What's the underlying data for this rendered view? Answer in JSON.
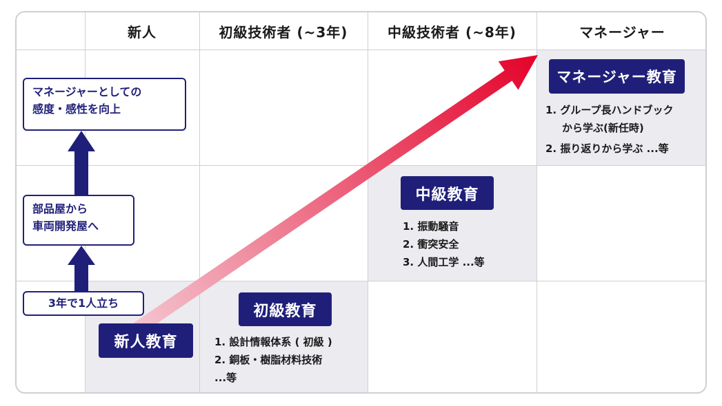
{
  "columns": [
    "新人",
    "初級技術者 (~3年)",
    "中級技術者 (~8年)",
    "マネージャー"
  ],
  "career": [
    {
      "line1": "マネージャーとしての",
      "line2": "感度・感性を向上"
    },
    {
      "line1": "部品屋から",
      "line2": "車両開発屋へ"
    },
    {
      "line1": "3年で1人立ち"
    }
  ],
  "education": {
    "newcomer": {
      "title": "新人教育"
    },
    "beginner": {
      "title": "初級教育",
      "items": [
        "1. 設計情報体系 ( 初級 )",
        "2. 銅板・樹脂材料技術",
        "...等"
      ]
    },
    "intermediate": {
      "title": "中級教育",
      "items": [
        "1. 振動騒音",
        "2. 衝突安全",
        "3. 人間工学 ...等"
      ]
    },
    "manager": {
      "title": "マネージャー教育",
      "items": [
        "1. グループ長ハンドブック",
        "から学ぶ(新任時)",
        "2. 振り返りから学ぶ ...等"
      ]
    }
  },
  "colors": {
    "navy": "#1f1f7a",
    "arrow_start": "#f4c4cf",
    "arrow_end": "#e4022a",
    "shade": "#ebebf0"
  }
}
